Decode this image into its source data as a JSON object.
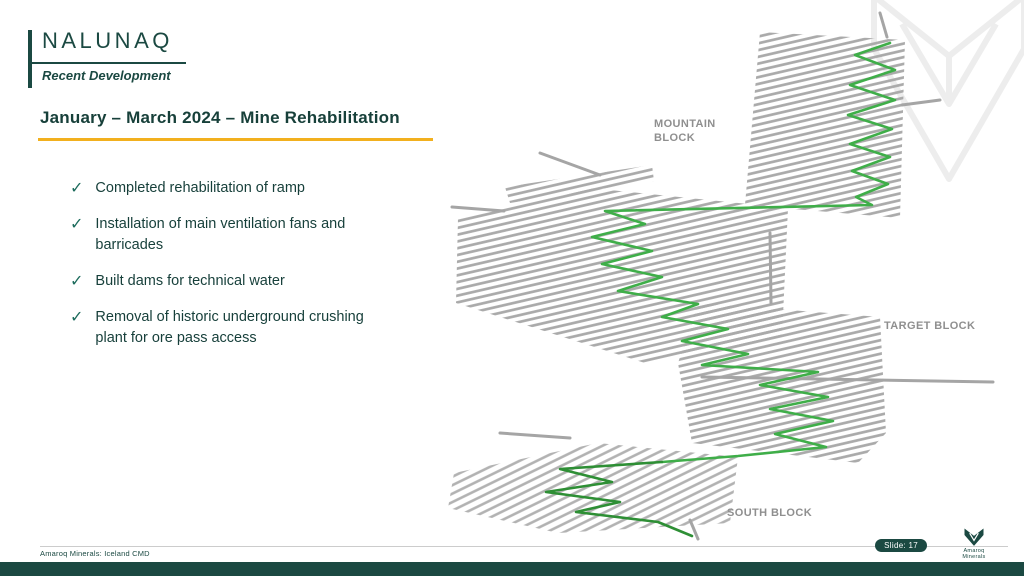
{
  "header": {
    "site": "NALUNAQ",
    "subtitle": "Recent Development"
  },
  "main": {
    "title": "January – March 2024 – Mine Rehabilitation",
    "bullets": [
      "Completed rehabilitation of ramp",
      "Installation of main ventilation fans and barricades",
      "Built dams for technical water",
      "Removal of historic underground crushing plant for ore pass access"
    ]
  },
  "diagram": {
    "labels": {
      "mountain": "MOUNTAIN BLOCK",
      "target": "TARGET BLOCK",
      "south": "SOUTH BLOCK"
    }
  },
  "footer": {
    "left_text": "Amaroq Minerals: Iceland CMD",
    "slide_badge": "Slide: 17",
    "logo_text": "Amaroq Minerals"
  },
  "colors": {
    "brand_teal": "#1B4942",
    "accent_yellow": "#F2B01E",
    "ramp_green": "#3FAE49",
    "ramp_green_dark": "#2E8F35",
    "tunnel_gray": "#AAAAAA",
    "label_gray": "#8F8F8F"
  }
}
